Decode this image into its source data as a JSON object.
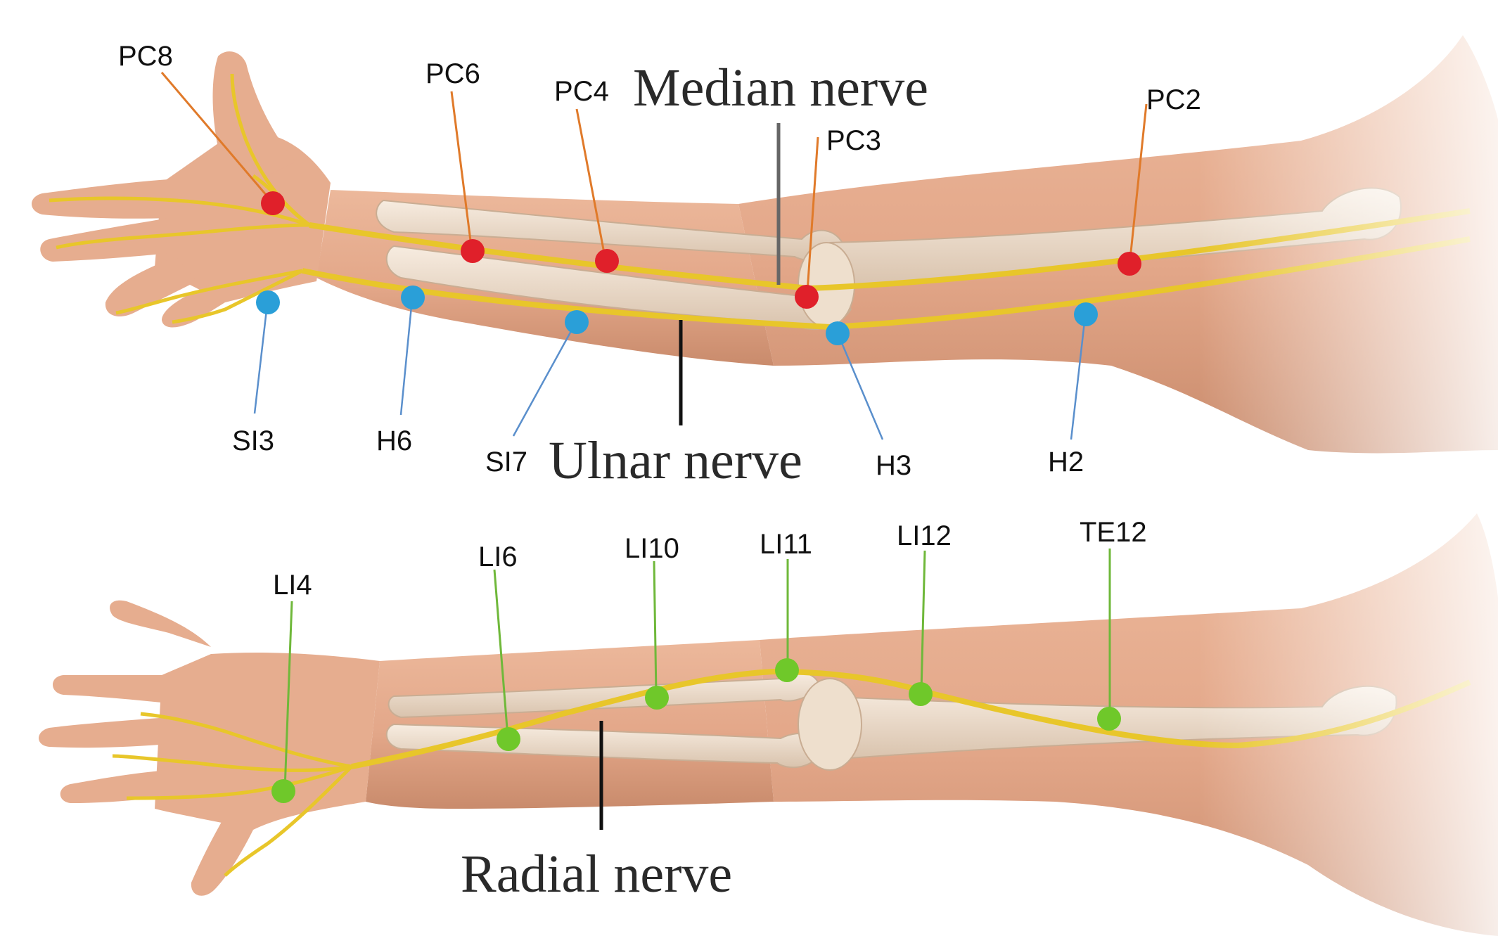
{
  "colors": {
    "skin": "#e3a789",
    "skin_dark": "#c98b6c",
    "skin_light": "#f2c8b0",
    "bone": "#efe0cf",
    "bone_shade": "#d9c3ad",
    "nerve": "#e8c62a",
    "nerve_core": "#fbe86a",
    "pericardium_point": "#e0202a",
    "heart_si_point": "#2a9fd8",
    "large_intestine_point": "#6fc82a",
    "leader_red": "#e07a2a",
    "leader_blue": "#5a8fcc",
    "leader_green": "#6fb83a",
    "leader_black": "#111111"
  },
  "top_panel": {
    "median_nerve_label": "Median nerve",
    "ulnar_nerve_label": "Ulnar nerve",
    "points": [
      {
        "id": "PC8",
        "label": "PC8",
        "group": "pericardium"
      },
      {
        "id": "PC6",
        "label": "PC6",
        "group": "pericardium"
      },
      {
        "id": "PC4",
        "label": "PC4",
        "group": "pericardium"
      },
      {
        "id": "PC3",
        "label": "PC3",
        "group": "pericardium"
      },
      {
        "id": "PC2",
        "label": "PC2",
        "group": "pericardium"
      },
      {
        "id": "SI3",
        "label": "SI3",
        "group": "heart_si"
      },
      {
        "id": "H6",
        "label": "H6",
        "group": "heart_si"
      },
      {
        "id": "SI7",
        "label": "SI7",
        "group": "heart_si"
      },
      {
        "id": "H3",
        "label": "H3",
        "group": "heart_si"
      },
      {
        "id": "H2",
        "label": "H2",
        "group": "heart_si"
      }
    ]
  },
  "bottom_panel": {
    "radial_nerve_label": "Radial nerve",
    "points": [
      {
        "id": "LI4",
        "label": "LI4",
        "group": "large_intestine"
      },
      {
        "id": "LI6",
        "label": "LI6",
        "group": "large_intestine"
      },
      {
        "id": "LI10",
        "label": "LI10",
        "group": "large_intestine"
      },
      {
        "id": "LI11",
        "label": "LI11",
        "group": "large_intestine"
      },
      {
        "id": "LI12",
        "label": "LI12",
        "group": "large_intestine"
      },
      {
        "id": "TE12",
        "label": "TE12",
        "group": "large_intestine"
      }
    ]
  }
}
